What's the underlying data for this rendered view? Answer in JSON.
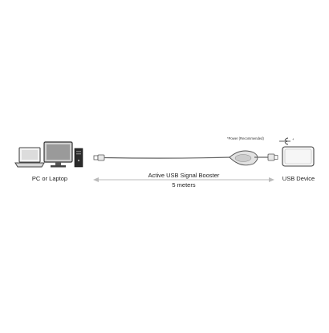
{
  "labels": {
    "pc": "PC or Laptop",
    "booster_line1": "Active USB Signal Booster",
    "booster_line2": "5 meters",
    "device": "USB Device",
    "power_note": "*Power (Recommended)",
    "power_plus": "+"
  },
  "icons": {
    "laptop": "laptop-icon",
    "monitor": "monitor-icon",
    "tower": "desktop-tower-icon",
    "usb_plug_a": "usb-a-plug-icon",
    "booster_box": "signal-booster-icon",
    "usb_plug_b": "usb-plug-device-icon",
    "usb_device": "usb-device-icon",
    "dc_jack": "dc-power-symbol-icon"
  }
}
